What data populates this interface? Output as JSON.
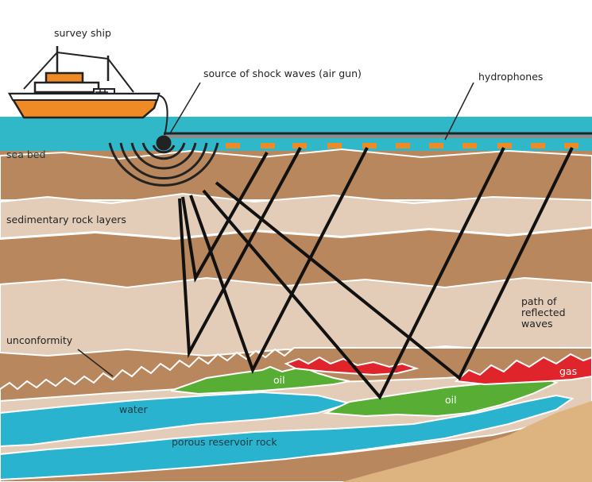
{
  "labels": {
    "survey_ship": "survey ship",
    "source": "source of shock waves (air gun)",
    "hydrophones": "hydrophones",
    "sea_bed": "sea bed",
    "sedimentary": "sedimentary rock layers",
    "path_line1": "path of",
    "path_line2": "reflected",
    "path_line3": "waves",
    "unconformity": "unconformity",
    "water": "water",
    "oil_left": "oil",
    "oil_right": "oil",
    "gas": "gas",
    "reservoir": "porous reservoir rock"
  },
  "colors": {
    "sea": "#30b8c9",
    "rock_dark": "#b8875e",
    "rock_light": "#e3cdb8",
    "reservoir_water": "#2ab3cf",
    "oil": "#58ad35",
    "gas": "#e0242b",
    "ship_hull": "#f08a24",
    "hydrophone": "#f08a24",
    "sand": "#ddb47f"
  }
}
